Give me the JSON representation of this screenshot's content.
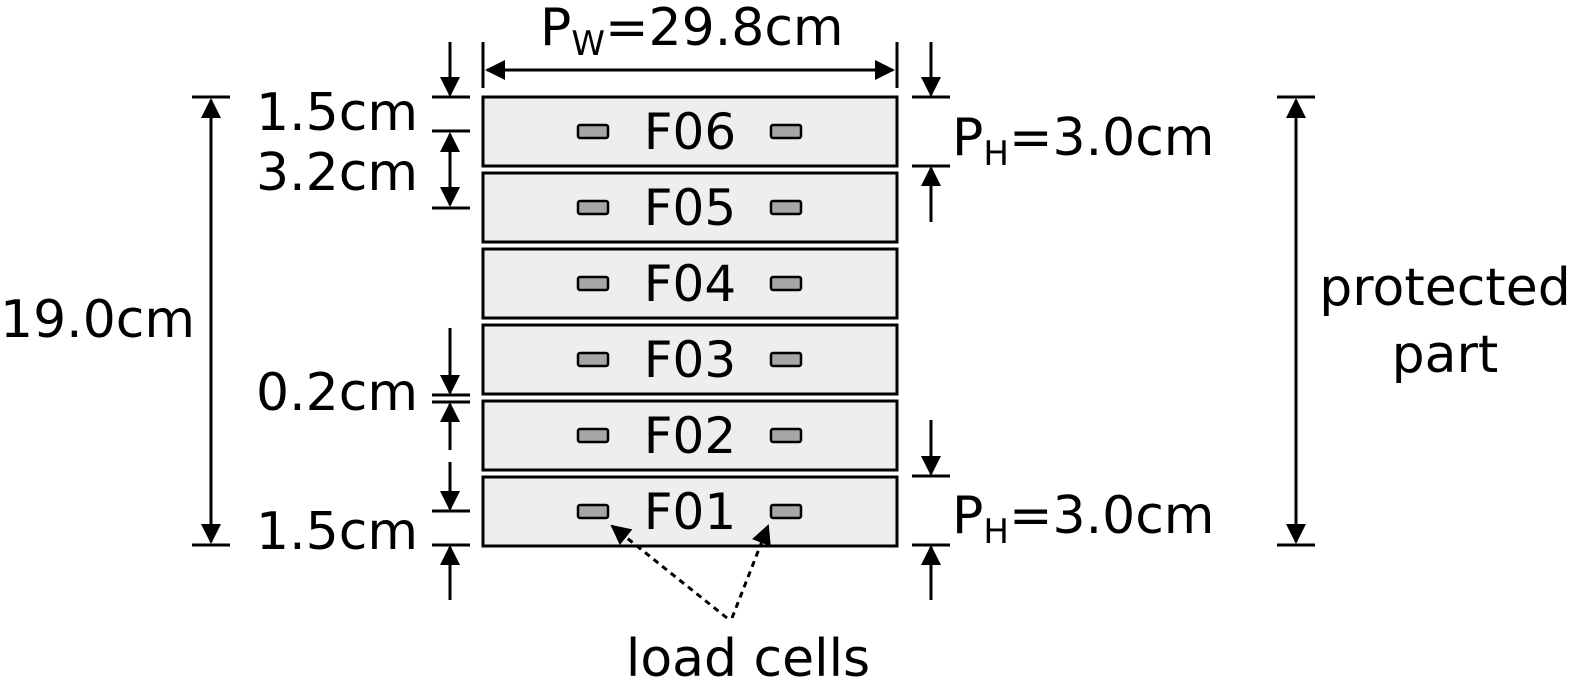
{
  "diagram": {
    "width_label": {
      "main": "P",
      "sub": "W",
      "rest": "=29.8cm"
    },
    "height_label_top": {
      "main": "P",
      "sub": "H",
      "rest": "=3.0cm"
    },
    "height_label_bottom": {
      "main": "P",
      "sub": "H",
      "rest": "=3.0cm"
    },
    "margin_top_label": "1.5cm",
    "pitch_label": "3.2cm",
    "gap_label": "0.2cm",
    "margin_bottom_label": "1.5cm",
    "total_height_label": "19.0cm",
    "protected_part_label": [
      "protected",
      "part"
    ],
    "load_cells_label": "load cells",
    "plates": [
      "F06",
      "F05",
      "F04",
      "F03",
      "F02",
      "F01"
    ]
  },
  "colors": {
    "plate_fill": "#eeeeee",
    "load_cell_fill": "#a6a6a6",
    "stroke": "#000000"
  }
}
